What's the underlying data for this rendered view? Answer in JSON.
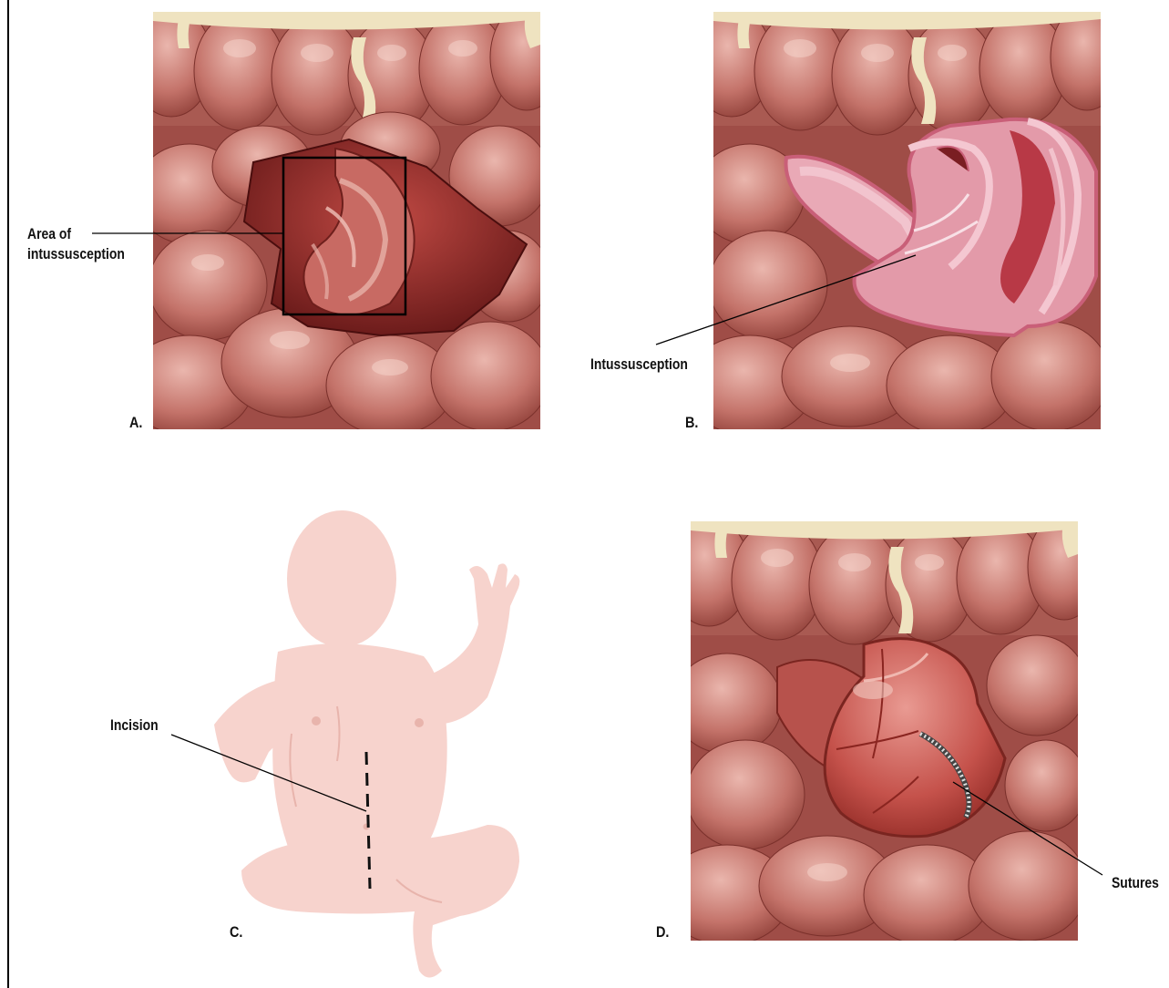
{
  "panels": {
    "a": {
      "letter": "A.",
      "callout": {
        "line1": "Area of",
        "line2": "intussusception"
      }
    },
    "b": {
      "letter": "B.",
      "callout": "Intussusception"
    },
    "c": {
      "letter": "C.",
      "callout": "Incision"
    },
    "d": {
      "letter": "D.",
      "callout": "Sutures"
    }
  },
  "colors": {
    "bowel_base": "#b8675f",
    "bowel_light": "#e8b3aa",
    "bowel_dark": "#8a3a34",
    "bowel_deep": "#6e1f1c",
    "mesentery": "#efe3c0",
    "section_pink": "#e9a9b6",
    "infant_skin": "#f7d3cd"
  }
}
